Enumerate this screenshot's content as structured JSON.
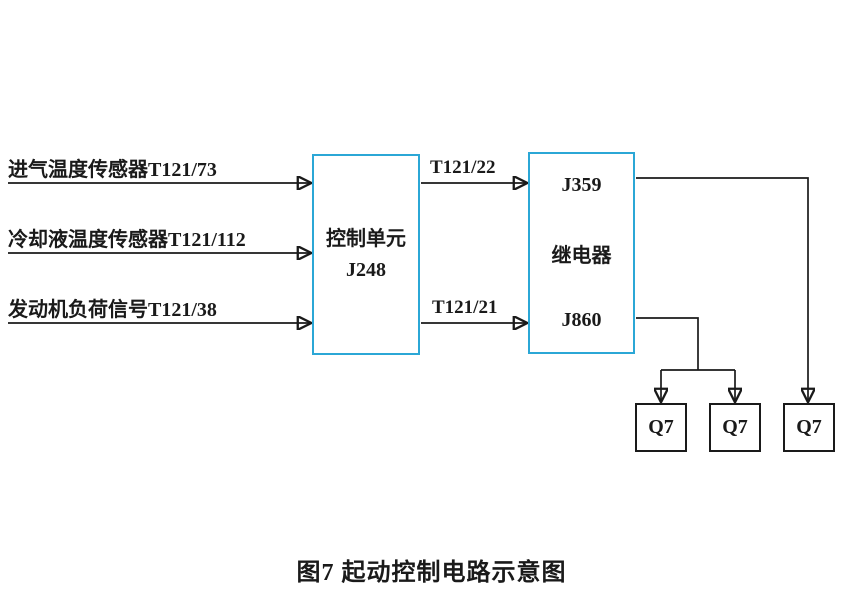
{
  "figure": {
    "caption": "图7 起动控制电路示意图",
    "inputs": [
      "进气温度传感器T121/73",
      "冷却液温度传感器T121/112",
      "发动机负荷信号T121/38"
    ],
    "control_unit": {
      "name": "控制单元",
      "code": "J248"
    },
    "wires": {
      "top": "T121/22",
      "bottom": "T121/21"
    },
    "relay": {
      "top_code": "J359",
      "name": "继电器",
      "bottom_code": "J860"
    },
    "loads": [
      "Q7",
      "Q7",
      "Q7"
    ],
    "colors": {
      "unit_border": "#2BA7D6",
      "load_border": "#1a1a1a",
      "wire": "#1a1a1a",
      "background": "#ffffff"
    }
  }
}
